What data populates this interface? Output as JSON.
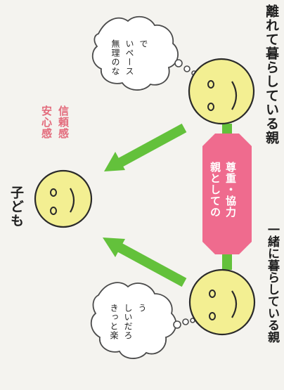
{
  "labels": {
    "child": "子ども",
    "parent_together": "一緒に暮らしている親",
    "parent_apart": "離れて暮らしている親",
    "feelings": [
      "安心感",
      "信頼感"
    ],
    "respect": [
      "親としての",
      "尊重・協力"
    ]
  },
  "bubbles": {
    "together": [
      "きっと楽",
      "しいだろ",
      "う"
    ],
    "apart": [
      "無理のな",
      "いペース",
      "で"
    ]
  },
  "colors": {
    "face_fill": "#f3ef92",
    "face_stroke": "#2a2a2a",
    "arrow": "#63c13b",
    "badge": "#ef6b8e",
    "accent_text": "#e36b7c"
  }
}
